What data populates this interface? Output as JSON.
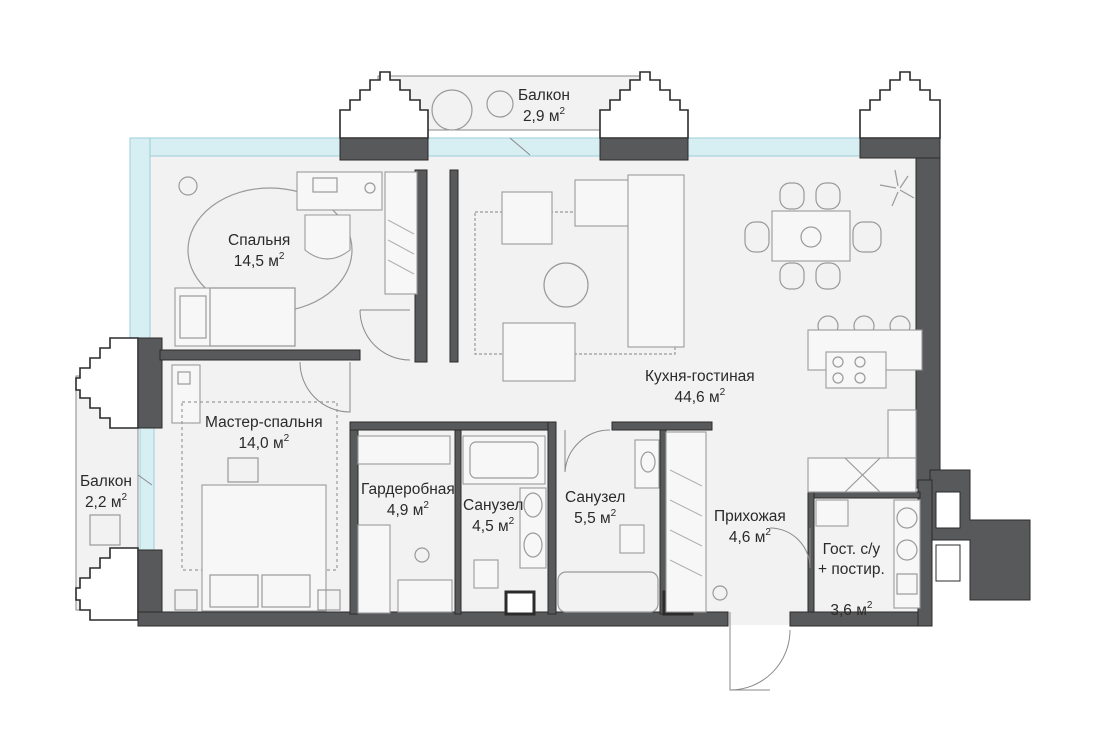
{
  "plan": {
    "rooms": [
      {
        "id": "balcony-top",
        "name": "Балкон",
        "area": "2,9",
        "unit": "м",
        "unit_sup": "2"
      },
      {
        "id": "bedroom",
        "name": "Спальня",
        "area": "14,5",
        "unit": "м",
        "unit_sup": "2"
      },
      {
        "id": "master-bedroom",
        "name": "Мастер-спальня",
        "area": "14,0",
        "unit": "м",
        "unit_sup": "2"
      },
      {
        "id": "balcony-left",
        "name": "Балкон",
        "area": "2,2",
        "unit": "м",
        "unit_sup": "2"
      },
      {
        "id": "wardrobe",
        "name": "Гардеробная",
        "area": "4,9",
        "unit": "м",
        "unit_sup": "2"
      },
      {
        "id": "bathroom-1",
        "name": "Санузел",
        "area": "4,5",
        "unit": "м",
        "unit_sup": "2"
      },
      {
        "id": "bathroom-2",
        "name": "Санузел",
        "area": "5,5",
        "unit": "м",
        "unit_sup": "2"
      },
      {
        "id": "kitchen-living",
        "name": "Кухня-гостиная",
        "area": "44,6",
        "unit": "м",
        "unit_sup": "2"
      },
      {
        "id": "hallway",
        "name": "Прихожая",
        "area": "4,6",
        "unit": "м",
        "unit_sup": "2"
      },
      {
        "id": "guest-wc",
        "name": "Гост. с/у\n+ постир.",
        "area": "3,6",
        "unit": "м",
        "unit_sup": "2"
      }
    ]
  }
}
